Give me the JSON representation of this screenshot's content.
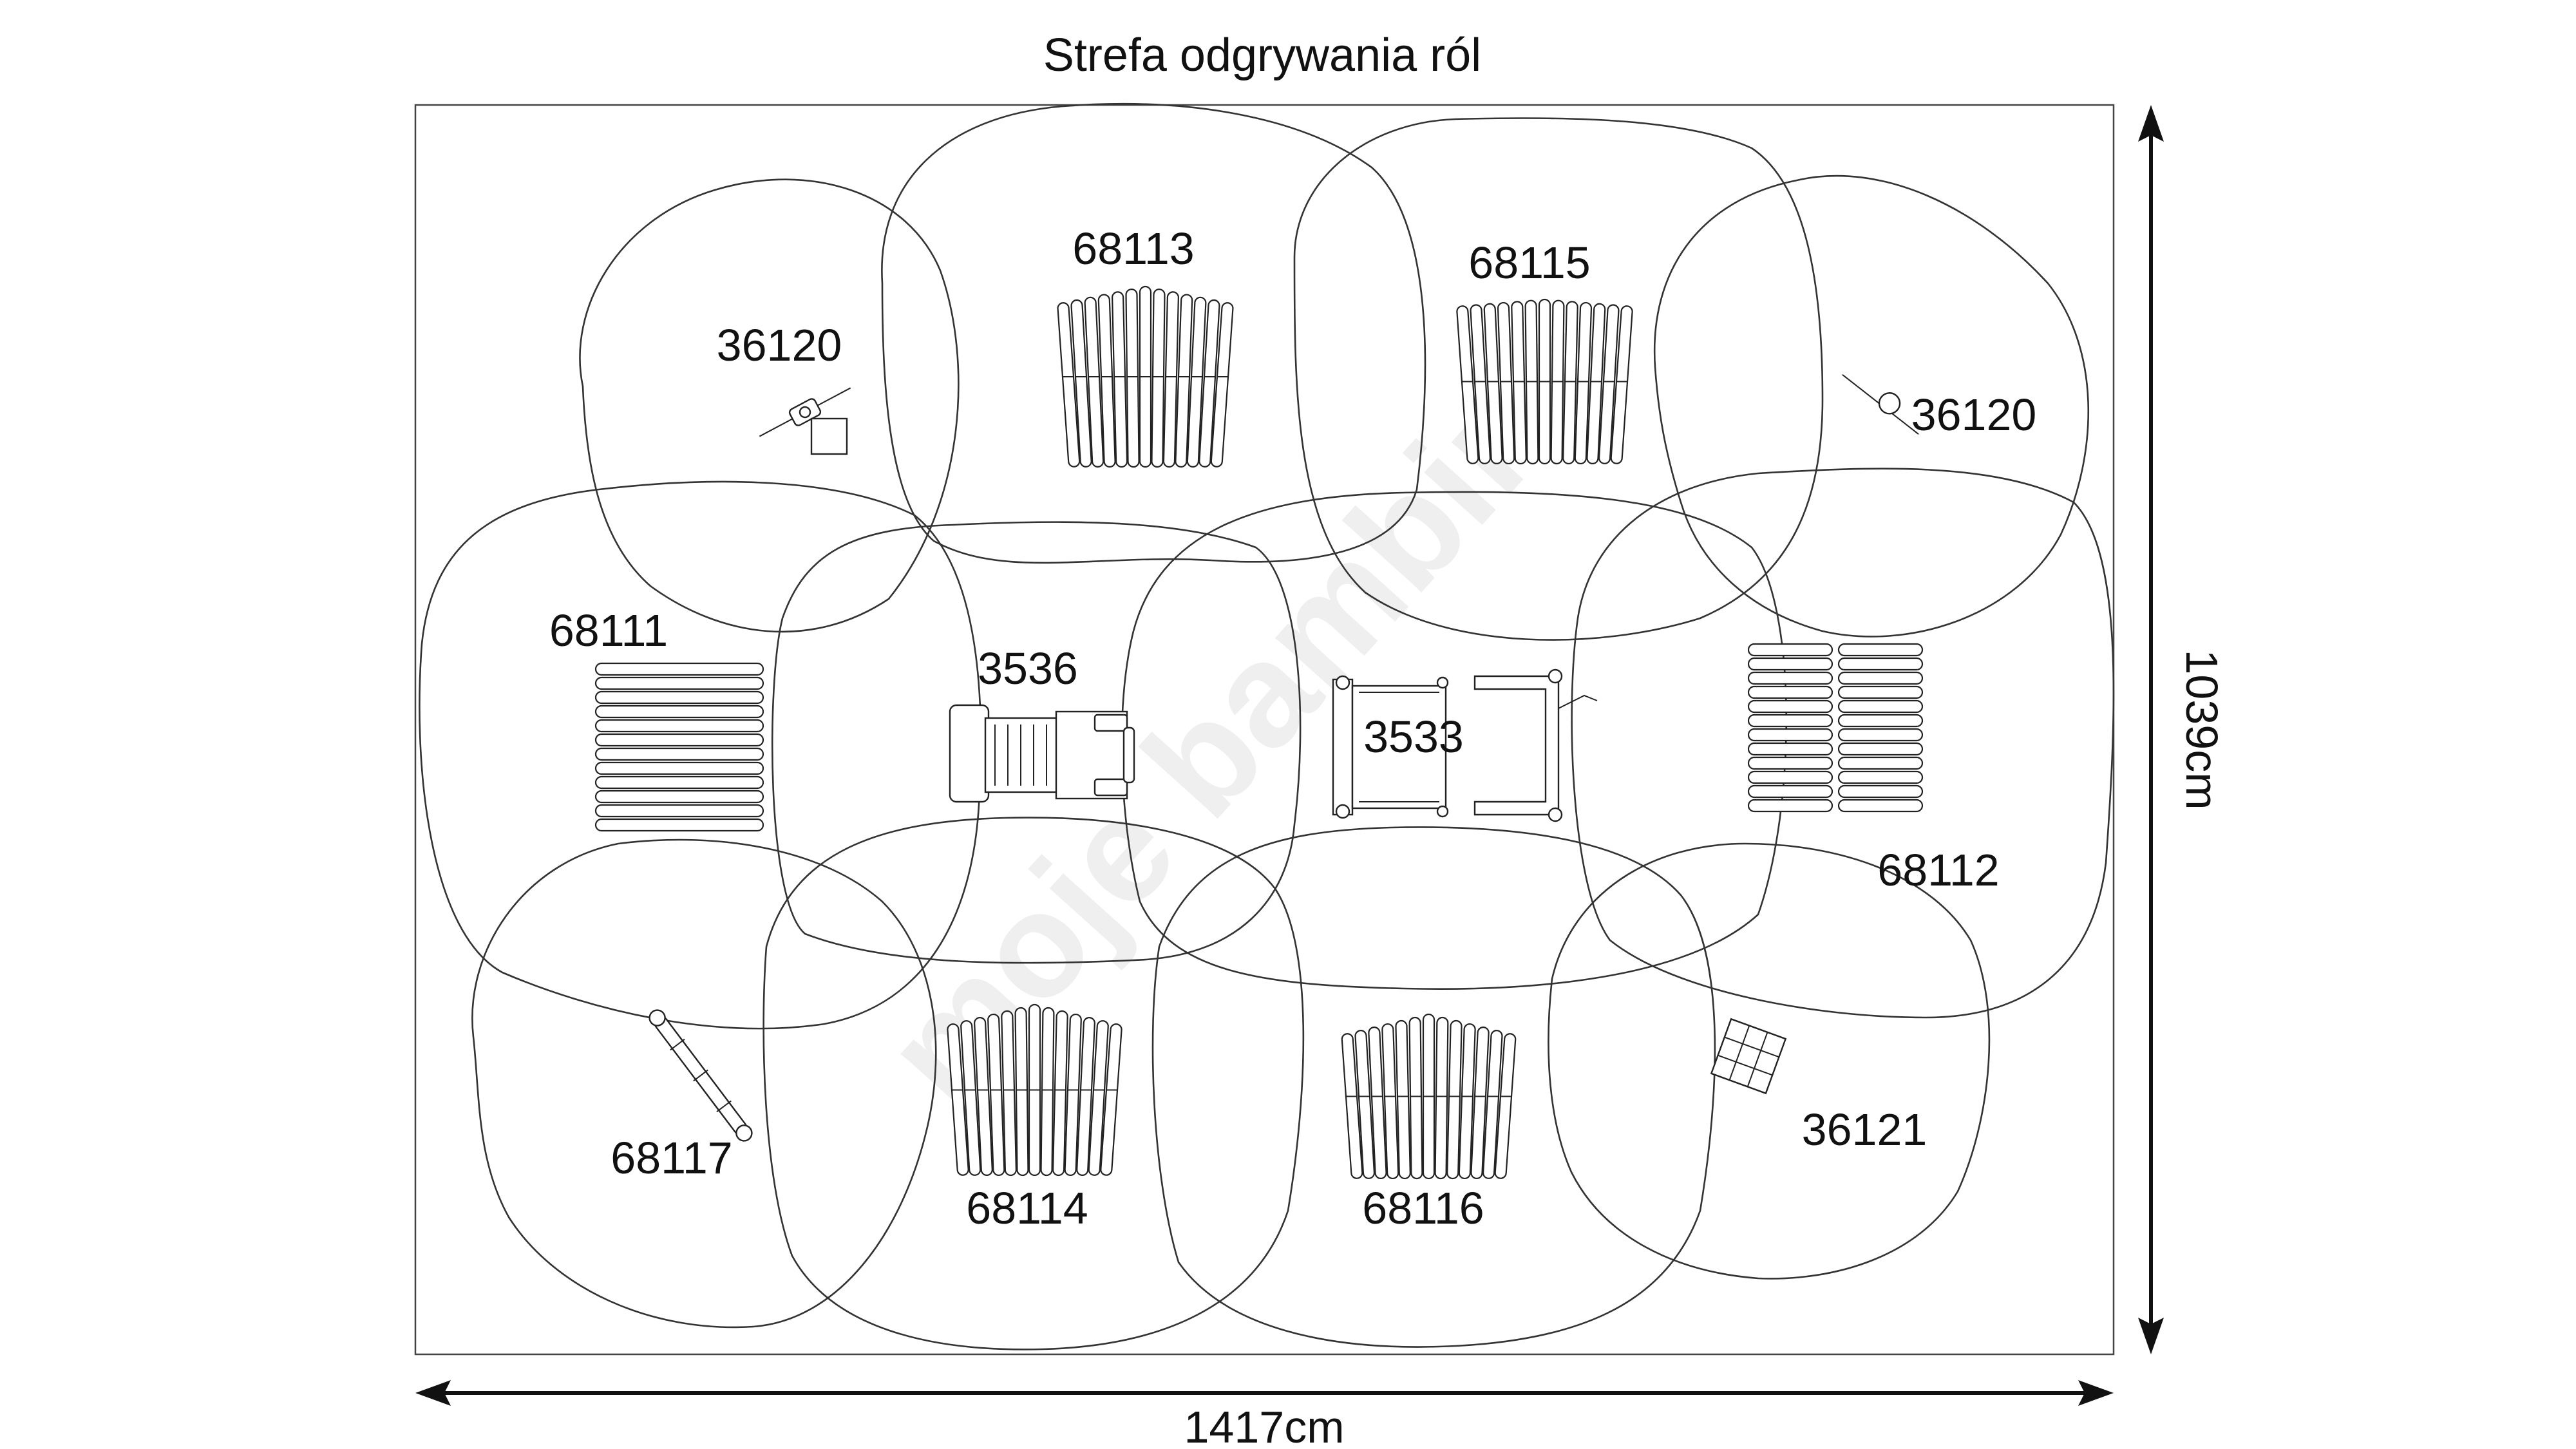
{
  "title": "Strefa odgrywania ról",
  "dimensions": {
    "width": "1417cm",
    "height": "1039cm"
  },
  "watermark": "moje bambino",
  "items": [
    {
      "id": "36120-tl",
      "code": "36120"
    },
    {
      "id": "68113",
      "code": "68113"
    },
    {
      "id": "68115",
      "code": "68115"
    },
    {
      "id": "36120-tr",
      "code": "36120"
    },
    {
      "id": "68111",
      "code": "68111"
    },
    {
      "id": "3536",
      "code": "3536"
    },
    {
      "id": "3533",
      "code": "3533"
    },
    {
      "id": "68112",
      "code": "68112"
    },
    {
      "id": "68117",
      "code": "68117"
    },
    {
      "id": "68114",
      "code": "68114"
    },
    {
      "id": "68116",
      "code": "68116"
    },
    {
      "id": "36121",
      "code": "36121"
    }
  ],
  "colors": {
    "line": "#333333",
    "background": "#ffffff",
    "text": "#111111"
  }
}
